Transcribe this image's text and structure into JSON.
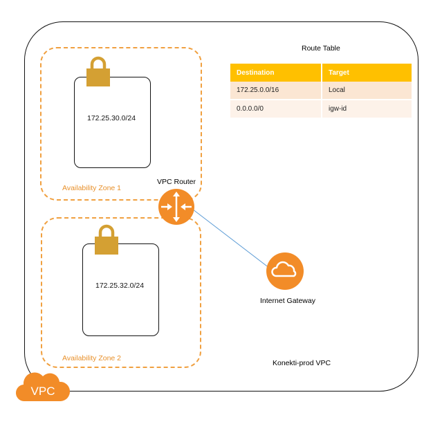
{
  "colors": {
    "accent_orange": "#f28c28",
    "table_header": "#ffc000",
    "lock_gold": "#d4a033",
    "az_dash": "#f0a040",
    "connector_blue": "#5b9bd5"
  },
  "route_table": {
    "title": "Route Table",
    "headers": [
      "Destination",
      "Target"
    ],
    "rows": [
      [
        "172.25.0.0/16",
        "Local"
      ],
      [
        "0.0.0.0/0",
        "igw-id"
      ]
    ]
  },
  "availability_zones": [
    {
      "label": "Availability Zone 1",
      "subnet_cidr": "172.25.30.0/24"
    },
    {
      "label": "Availability Zone 2",
      "subnet_cidr": "172.25.32.0/24"
    }
  ],
  "router": {
    "label": "VPC Router",
    "icon": "router-icon"
  },
  "gateway": {
    "label": "Internet Gateway",
    "icon": "cloud-icon"
  },
  "vpc": {
    "name": "Konekti-prod VPC",
    "badge": "VPC"
  }
}
